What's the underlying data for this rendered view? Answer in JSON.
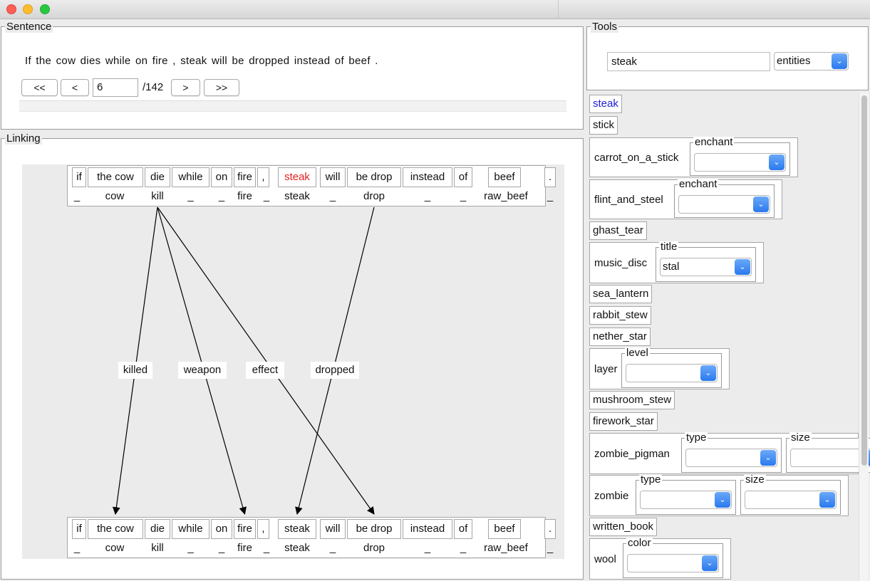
{
  "panels": {
    "sentence_title": "Sentence",
    "linking_title": "Linking",
    "tools_title": "Tools"
  },
  "sentence": {
    "text": "If  the  cow  dies  while  on  fire  ,  steak  will  be  dropped  instead  of  beef  .",
    "nav": {
      "first": "<<",
      "prev": "<",
      "page": "6",
      "total": "/142",
      "next": ">",
      "last": ">>"
    }
  },
  "tokens": [
    {
      "word": "if",
      "lemma": "_"
    },
    {
      "word": "the cow",
      "lemma": "cow"
    },
    {
      "word": "die",
      "lemma": "kill"
    },
    {
      "word": "while",
      "lemma": "_"
    },
    {
      "word": "on",
      "lemma": "_"
    },
    {
      "word": "fire",
      "lemma": "fire"
    },
    {
      "word": ",",
      "lemma": "_"
    },
    {
      "word": "steak",
      "lemma": "steak"
    },
    {
      "word": "will",
      "lemma": "_"
    },
    {
      "word": "be drop",
      "lemma": "drop"
    },
    {
      "word": "instead",
      "lemma": "_"
    },
    {
      "word": "of",
      "lemma": "_"
    },
    {
      "word": "beef",
      "lemma": "raw_beef"
    },
    {
      "word": ".",
      "lemma": "_"
    }
  ],
  "highlight_token": 7,
  "highlight_color": "#e02020",
  "edges": [
    {
      "label": "killed",
      "from": 2,
      "to": 1
    },
    {
      "label": "weapon",
      "from": 2,
      "to": 5
    },
    {
      "label": "effect",
      "from": 2,
      "to": 9
    },
    {
      "label": "dropped",
      "from": 9,
      "to": 7
    }
  ],
  "tools": {
    "search_value": "steak",
    "mode": "entities"
  },
  "entities": [
    {
      "name": "steak",
      "selected": true,
      "fields": []
    },
    {
      "name": "stick",
      "fields": []
    },
    {
      "name": "carrot_on_a_stick",
      "fields": [
        {
          "label": "enchant",
          "value": ""
        }
      ]
    },
    {
      "name": "flint_and_steel",
      "fields": [
        {
          "label": "enchant",
          "value": ""
        }
      ]
    },
    {
      "name": "ghast_tear",
      "fields": []
    },
    {
      "name": "music_disc",
      "fields": [
        {
          "label": "title",
          "value": "stal"
        }
      ]
    },
    {
      "name": "sea_lantern",
      "fields": []
    },
    {
      "name": "rabbit_stew",
      "fields": []
    },
    {
      "name": "nether_star",
      "fields": []
    },
    {
      "name": "layer",
      "fields": [
        {
          "label": "level",
          "value": ""
        }
      ]
    },
    {
      "name": "mushroom_stew",
      "fields": []
    },
    {
      "name": "firework_star",
      "fields": []
    },
    {
      "name": "zombie_pigman",
      "fields": [
        {
          "label": "type",
          "value": ""
        },
        {
          "label": "size",
          "value": ""
        }
      ]
    },
    {
      "name": "zombie",
      "fields": [
        {
          "label": "type",
          "value": ""
        },
        {
          "label": "size",
          "value": ""
        }
      ]
    },
    {
      "name": "written_book",
      "fields": []
    },
    {
      "name": "wool",
      "fields": [
        {
          "label": "color",
          "value": ""
        }
      ]
    }
  ],
  "icons": {
    "dropdown": "chevron-down-icon",
    "arrow": "arrow-head-icon"
  }
}
